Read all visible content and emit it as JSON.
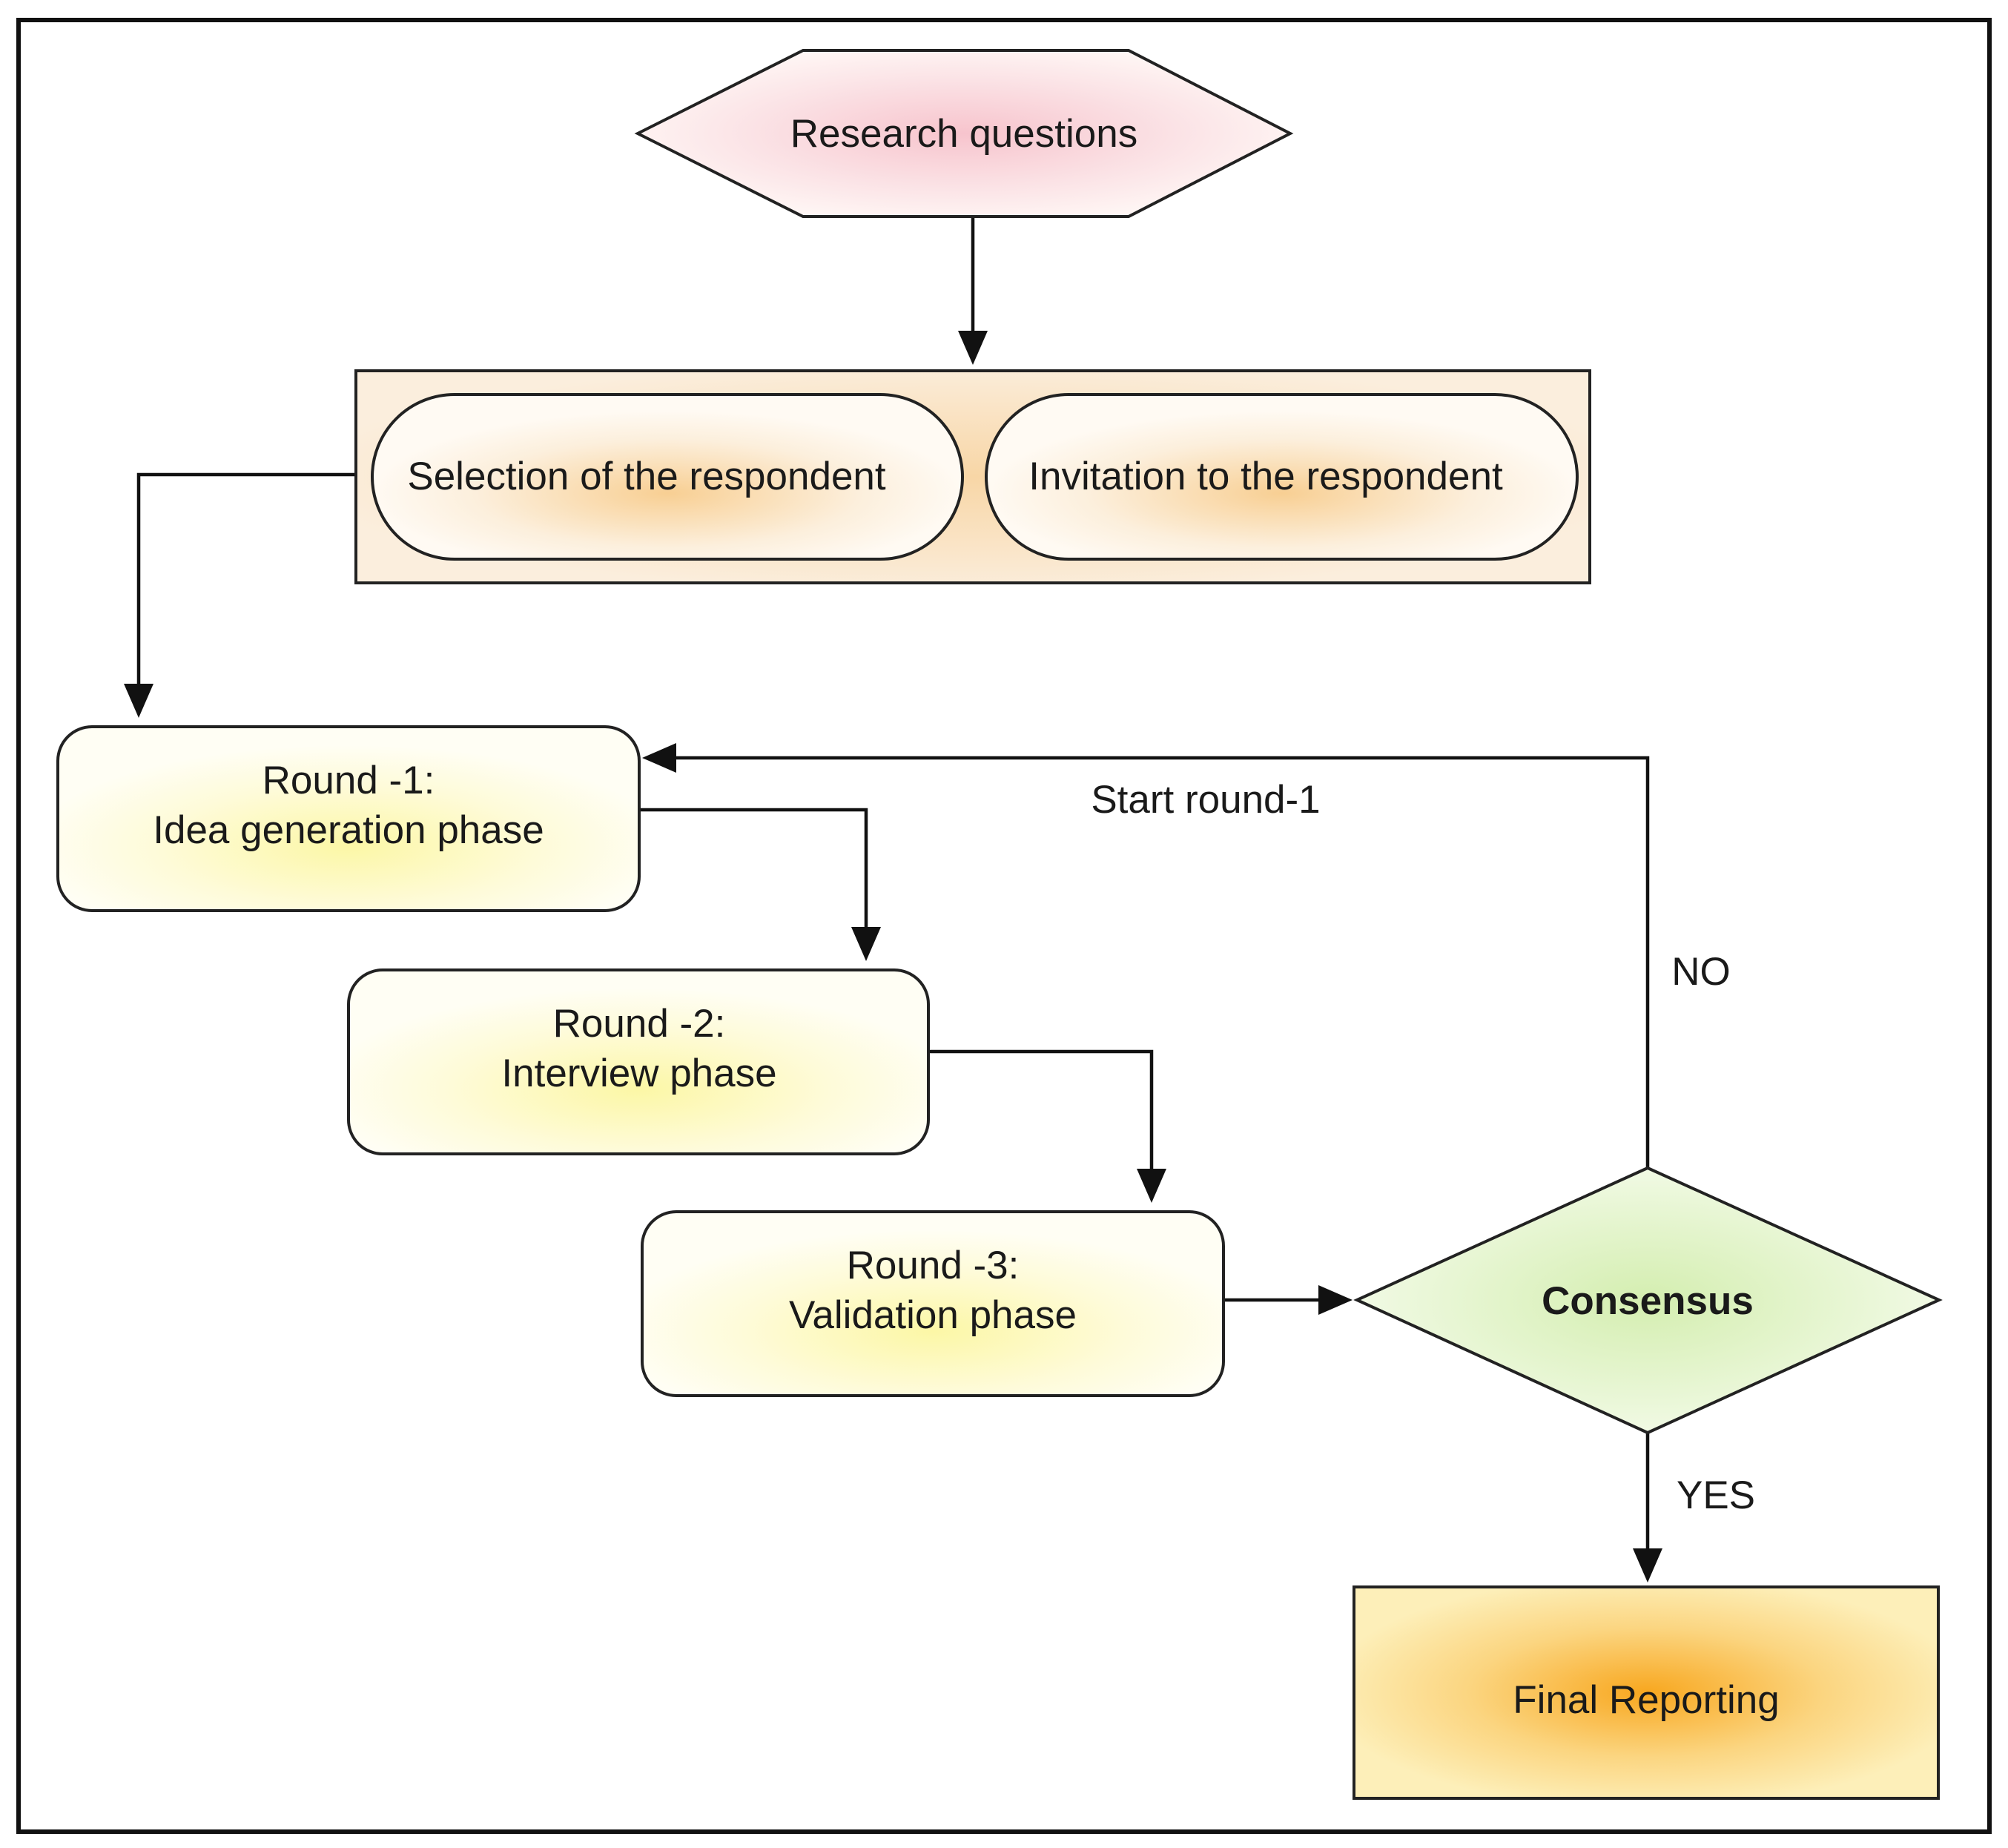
{
  "nodes": {
    "research_questions": {
      "label": "Research questions"
    },
    "selection": {
      "label": "Selection of the respondent"
    },
    "invitation": {
      "label": "Invitation to the respondent"
    },
    "round1": {
      "line1": "Round -1:",
      "line2": "Idea generation phase"
    },
    "round2": {
      "line1": "Round -2:",
      "line2": "Interview phase"
    },
    "round3": {
      "line1": "Round -3:",
      "line2": "Validation phase"
    },
    "consensus": {
      "label": "Consensus"
    },
    "final_reporting": {
      "label": "Final Reporting"
    }
  },
  "edge_labels": {
    "start_round": "Start round-1",
    "no": "NO",
    "yes": "YES"
  },
  "colors": {
    "hexagon_fill": "#f9c9d1",
    "respondent_group_fill": "#f9dfb8",
    "pill_fill": "#f9d29a",
    "round_fill": "#fdf7a8",
    "consensus_fill": "#d6efb4",
    "final_center": "#f8a71f",
    "final_edge": "#fdeeb8",
    "outline": "#111111"
  }
}
